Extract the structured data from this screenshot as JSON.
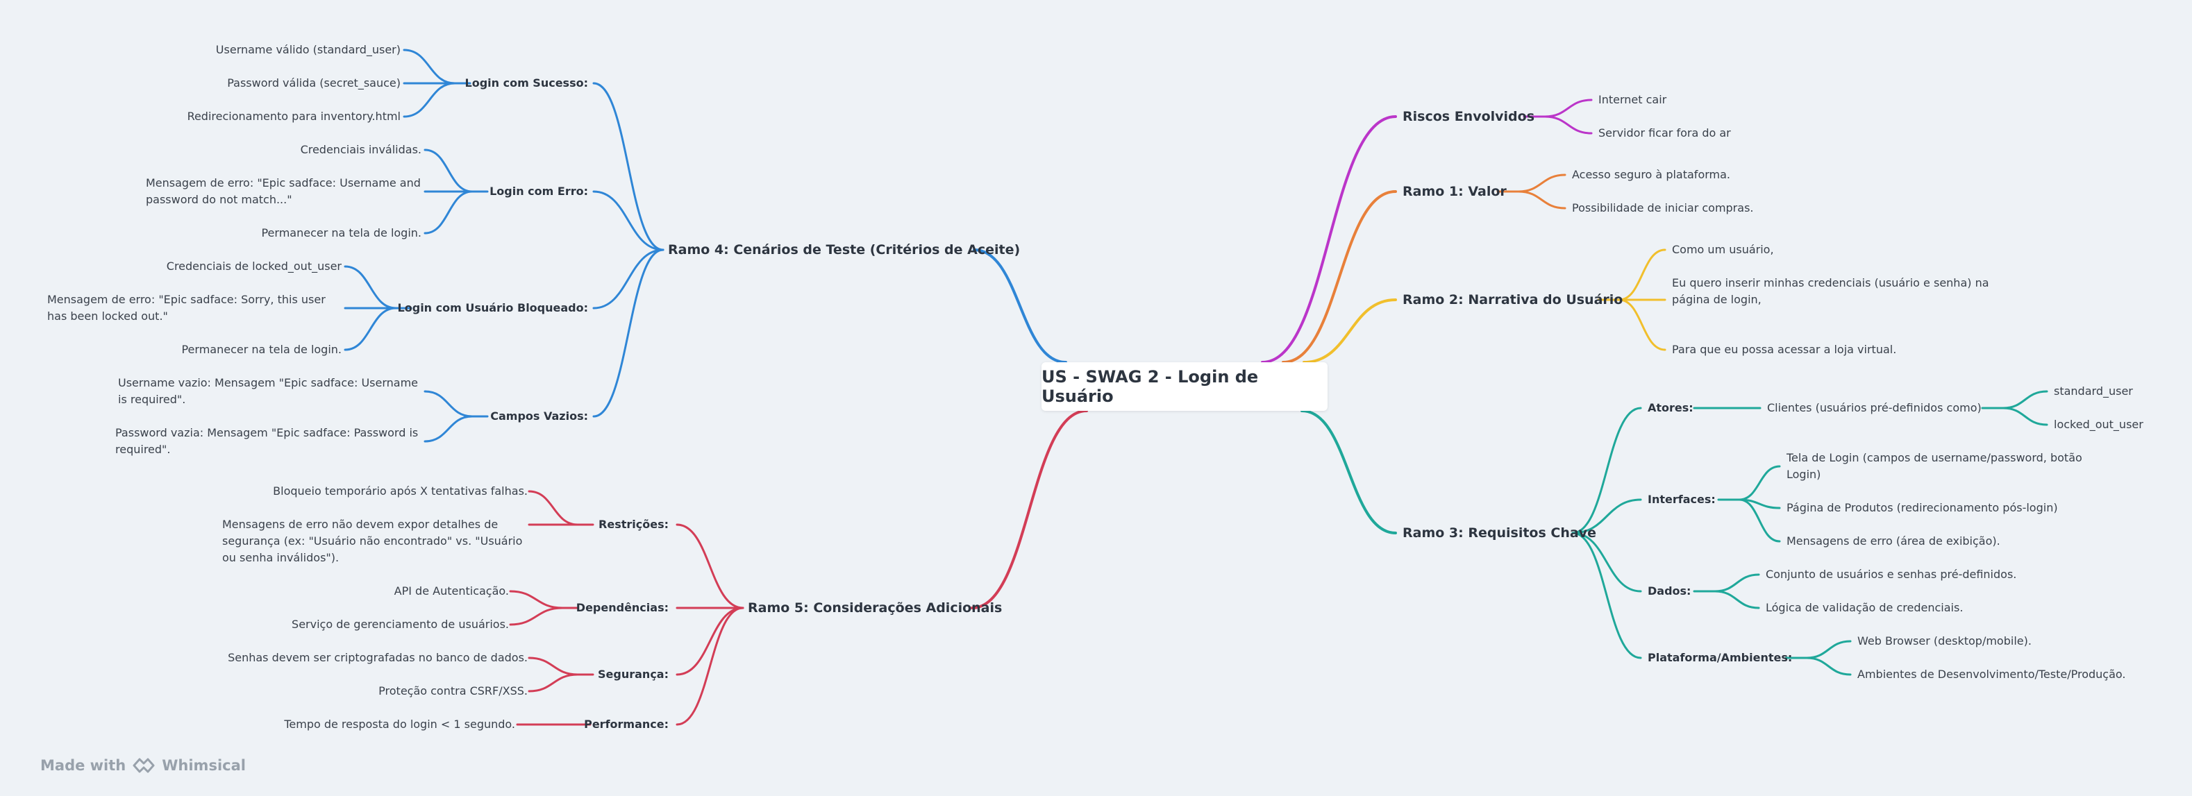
{
  "colors": {
    "blue": "#2f86d6",
    "red": "#d33d56",
    "purple": "#bb35c9",
    "orange": "#e8803a",
    "yellow": "#f1bf2c",
    "teal": "#1fa89a"
  },
  "root": {
    "label": "US - SWAG 2 - Login de Usuário"
  },
  "branches": {
    "ramo4": {
      "label": "Ramo 4: Cenários de Teste (Critérios de Aceite)",
      "groups": {
        "login_sucesso": {
          "label": "Login com Sucesso:",
          "items": [
            "Username válido (standard_user)",
            "Password válida (secret_sauce)",
            "Redirecionamento para inventory.html"
          ]
        },
        "login_erro": {
          "label": "Login com Erro:",
          "items": [
            "Credenciais inválidas.",
            "Mensagem de erro: \"Epic sadface: Username and password do not match...\"",
            "Permanecer na tela de login."
          ]
        },
        "login_bloqueado": {
          "label": "Login com Usuário Bloqueado:",
          "items": [
            "Credenciais de locked_out_user",
            "Mensagem de erro: \"Epic sadface: Sorry, this user has been locked out.\"",
            "Permanecer na tela de login."
          ]
        },
        "campos_vazios": {
          "label": "Campos Vazios:",
          "items": [
            "Username vazio: Mensagem \"Epic sadface: Username is required\".",
            "Password vazia: Mensagem \"Epic sadface: Password is required\"."
          ]
        }
      }
    },
    "ramo5": {
      "label": "Ramo 5: Considerações Adicionais",
      "groups": {
        "restricoes": {
          "label": "Restrições:",
          "items": [
            "Bloqueio temporário após X tentativas falhas.",
            "Mensagens de erro não devem expor detalhes de segurança (ex: \"Usuário não encontrado\" vs. \"Usuário ou senha inválidos\")."
          ]
        },
        "dependencias": {
          "label": "Dependências:",
          "items": [
            "API de Autenticação.",
            "Serviço de gerenciamento de usuários."
          ]
        },
        "seguranca": {
          "label": "Segurança:",
          "items": [
            "Senhas devem ser criptografadas no banco de dados.",
            "Proteção contra CSRF/XSS."
          ]
        },
        "performance": {
          "label": "Performance:",
          "items": [
            "Tempo de resposta do login < 1 segundo."
          ]
        }
      }
    },
    "riscos": {
      "label": "Riscos Envolvidos",
      "items": [
        "Internet cair",
        "Servidor ficar fora do ar"
      ]
    },
    "ramo1": {
      "label": "Ramo 1: Valor",
      "items": [
        "Acesso seguro à plataforma.",
        "Possibilidade de iniciar compras."
      ]
    },
    "ramo2": {
      "label": "Ramo 2: Narrativa do Usuário",
      "items": [
        "Como um usuário,",
        "Eu quero inserir minhas credenciais (usuário e senha) na página de login,",
        "Para que eu possa acessar a loja virtual."
      ]
    },
    "ramo3": {
      "label": "Ramo 3: Requisitos Chave",
      "groups": {
        "atores": {
          "label": "Atores:",
          "child": "Clientes (usuários pré-definidos como)",
          "subitems": [
            "standard_user",
            "locked_out_user"
          ]
        },
        "interfaces": {
          "label": "Interfaces:",
          "items": [
            "Tela de Login (campos de username/password, botão Login)",
            "Página de Produtos (redirecionamento pós-login)",
            "Mensagens de erro (área de exibição)."
          ]
        },
        "dados": {
          "label": "Dados:",
          "items": [
            "Conjunto de usuários e senhas pré-definidos.",
            "Lógica de validação de credenciais."
          ]
        },
        "plataforma": {
          "label": "Plataforma/Ambientes:",
          "items": [
            "Web Browser (desktop/mobile).",
            "Ambientes de Desenvolvimento/Teste/Produção."
          ]
        }
      }
    }
  },
  "brand": {
    "made_with": "Made with",
    "name": "Whimsical"
  }
}
